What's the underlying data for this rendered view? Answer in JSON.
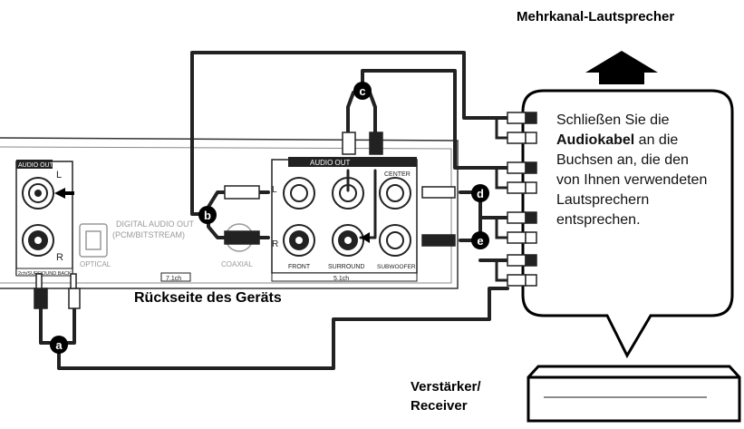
{
  "speakers_title": "Mehrkanal-Lautsprecher",
  "back_title": "Rückseite des Geräts",
  "amp_title_line1": "Verstärker/",
  "amp_title_line2": "Receiver",
  "bubble": {
    "part1": "Schließen Sie die ",
    "bold": "Audiokabel",
    "part2": " an die Buchsen an, die den von Ihnen verwendeten Lautsprechern entsprechen."
  },
  "panel": {
    "audio_out_left": "AUDIO OUT",
    "left_l": "L",
    "left_r": "R",
    "surround_back": "2ch/SURROUND BACK",
    "optical": "OPTICAL",
    "digital_audio_out_1": "DIGITAL AUDIO OUT",
    "digital_audio_out_2": "(PCM/BITSTREAM)",
    "coaxial": "COAXIAL",
    "ch71": "7.1ch",
    "audio_out_right": "AUDIO OUT",
    "center": "CENTER",
    "front": "FRONT",
    "surround": "SURROUND",
    "subwoofer": "SUBWOOFER",
    "ch51": "5.1ch",
    "plug_l": "L",
    "plug_r": "R"
  },
  "markers": [
    "a",
    "b",
    "c",
    "d",
    "e"
  ]
}
